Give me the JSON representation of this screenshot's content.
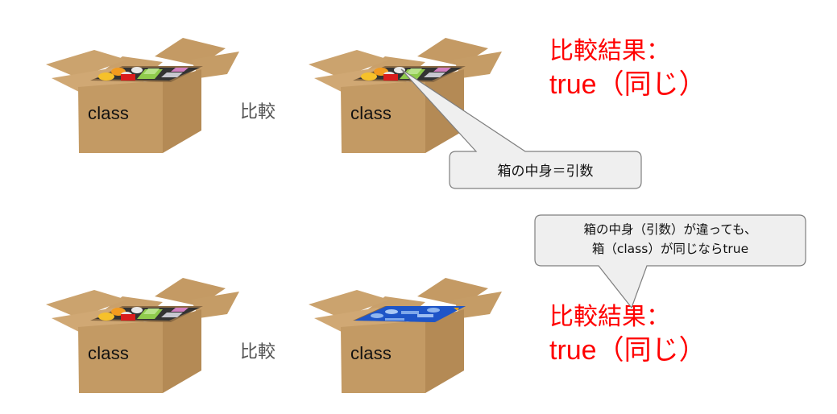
{
  "rows": [
    {
      "left_box": {
        "label": "class",
        "contents": "mixed"
      },
      "compare_label": "比較",
      "right_box": {
        "label": "class",
        "contents": "mixed"
      },
      "result": {
        "line1": "比較結果：",
        "line2": "true（同じ）"
      }
    },
    {
      "left_box": {
        "label": "class",
        "contents": "mixed"
      },
      "compare_label": "比較",
      "right_box": {
        "label": "class",
        "contents": "blue"
      },
      "result": {
        "line1": "比較結果：",
        "line2": "true（同じ）"
      }
    }
  ],
  "callouts": [
    {
      "text": "箱の中身＝引数"
    },
    {
      "line1": "箱の中身（引数）が違っても、",
      "line2": "箱（class）が同じならtrue"
    }
  ],
  "colors": {
    "result_text": "#ff0000",
    "box_cardboard": "#c8a06a",
    "callout_fill": "#efefef",
    "callout_border": "#7f7f7f"
  }
}
